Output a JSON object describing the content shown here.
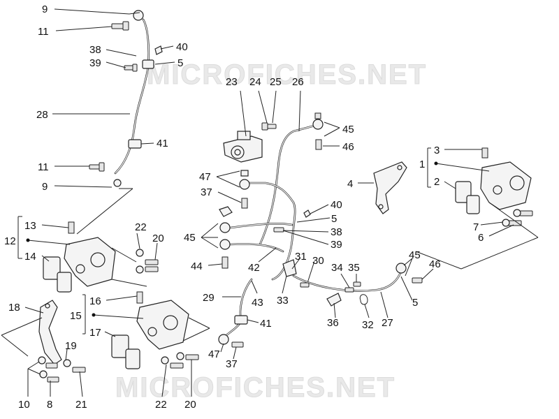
{
  "watermark_top": "MICROFICHES.NET",
  "watermark_bottom": "MICROFICHES.NET",
  "callouts": {
    "c9a": "9",
    "c11a": "11",
    "c38a": "38",
    "c39a": "39",
    "c40a": "40",
    "c5a": "5",
    "c28": "28",
    "c41a": "41",
    "c11b": "11",
    "c9b": "9",
    "c23": "23",
    "c24": "24",
    "c25": "25",
    "c26": "26",
    "c45a": "45",
    "c46a": "46",
    "c47a": "47",
    "c37a": "37",
    "c4": "4",
    "c3": "3",
    "c1": "1",
    "c2": "2",
    "c7": "7",
    "c6": "6",
    "c13": "13",
    "c12": "12",
    "c14": "14",
    "c22a": "22",
    "c20a": "20",
    "c45b": "45",
    "c44": "44",
    "c40b": "40",
    "c5b": "5",
    "c38b": "38",
    "c39b": "39",
    "c31": "31",
    "c30": "30",
    "c42": "42",
    "c43": "43",
    "c33": "33",
    "c34": "34",
    "c35": "35",
    "c45c": "45",
    "c46b": "46",
    "c5c": "5",
    "c36": "36",
    "c32": "32",
    "c27": "27",
    "c29": "29",
    "c41b": "41",
    "c16": "16",
    "c15": "15",
    "c17": "17",
    "c18": "18",
    "c19": "19",
    "c47b": "47",
    "c37b": "37",
    "c10": "10",
    "c8": "8",
    "c21": "21",
    "c22b": "22",
    "c20b": "20"
  }
}
